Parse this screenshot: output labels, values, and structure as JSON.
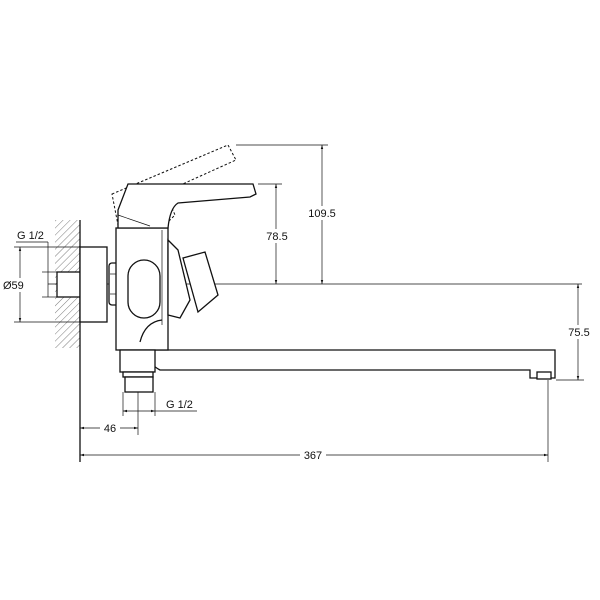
{
  "dimensions": {
    "lever_open_height": "109.5",
    "lever_height": "78.5",
    "spout_height": "75.5",
    "total_reach": "367",
    "wall_to_outlet": "46",
    "outlet_thread": "G 1/2",
    "inlet_thread": "G 1/2",
    "escutcheon_diameter": "Ø59"
  }
}
